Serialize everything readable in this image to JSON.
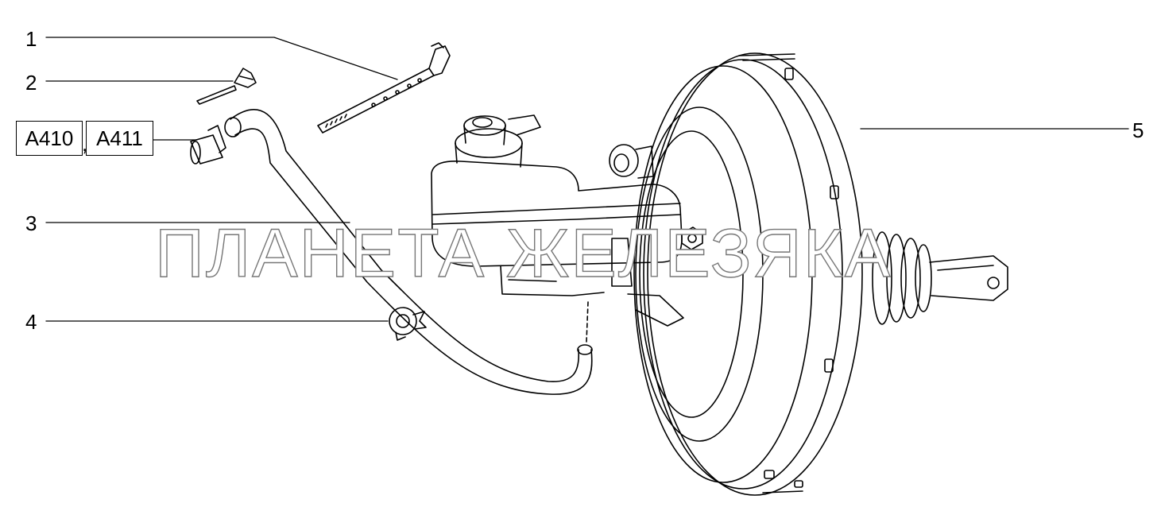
{
  "callouts": {
    "c1": "1",
    "c2": "2",
    "c3": "3",
    "c4": "4",
    "c5": "5"
  },
  "references": {
    "ref1": "A410",
    "separator": ",",
    "ref2": "A411"
  },
  "watermark": "ПЛАНЕТА ЖЕЛЕЗЯКА",
  "colors": {
    "line": "#000000",
    "background": "#ffffff",
    "watermark_outline": "#777777"
  }
}
